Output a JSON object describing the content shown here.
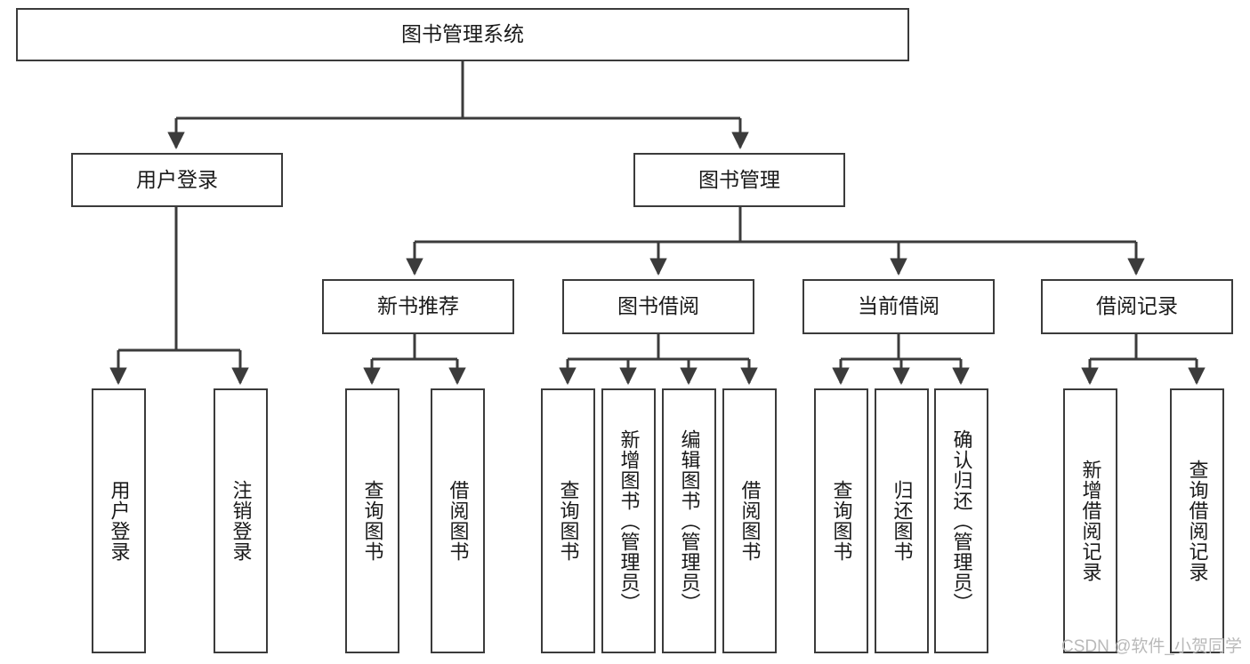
{
  "diagram": {
    "title": "图书管理系统",
    "type": "hierarchy-tree",
    "theme": {
      "box_border": "#3b3b3b",
      "box_fill": "#ffffff",
      "line": "#3b3b3b",
      "text": "#1a1a1a",
      "watermark": "#b9b9b9"
    },
    "nodes": {
      "root": {
        "label": "图书管理系统"
      },
      "level1": [
        {
          "id": "user-login",
          "label": "用户登录"
        },
        {
          "id": "book-management",
          "label": "图书管理"
        }
      ],
      "level2": [
        {
          "id": "new-book-recommend",
          "label": "新书推荐"
        },
        {
          "id": "book-borrow",
          "label": "图书借阅"
        },
        {
          "id": "current-borrow",
          "label": "当前借阅"
        },
        {
          "id": "borrow-record",
          "label": "借阅记录"
        }
      ],
      "leaves": {
        "user_login": [
          {
            "id": "leaf-user-login",
            "label": "用户登录"
          },
          {
            "id": "leaf-logout-login",
            "label": "注销登录"
          }
        ],
        "new_book_recommend": [
          {
            "id": "leaf-query-book-1",
            "label": "查询图书"
          },
          {
            "id": "leaf-borrow-book-1",
            "label": "借阅图书"
          }
        ],
        "book_borrow": [
          {
            "id": "leaf-query-book-2",
            "label": "查询图书"
          },
          {
            "id": "leaf-add-book",
            "label": "新增图书（管理员）"
          },
          {
            "id": "leaf-edit-book",
            "label": "编辑图书（管理员）"
          },
          {
            "id": "leaf-borrow-book-2",
            "label": "借阅图书"
          }
        ],
        "current_borrow": [
          {
            "id": "leaf-query-book-3",
            "label": "查询图书"
          },
          {
            "id": "leaf-return-book",
            "label": "归还图书"
          },
          {
            "id": "leaf-confirm-return",
            "label": "确认归还（管理员）"
          }
        ],
        "borrow_record": [
          {
            "id": "leaf-add-borrow-record",
            "label": "新增借阅记录"
          },
          {
            "id": "leaf-query-borrow-record",
            "label": "查询借阅记录"
          }
        ]
      }
    },
    "watermark": "CSDN @软件_小贺同学"
  }
}
